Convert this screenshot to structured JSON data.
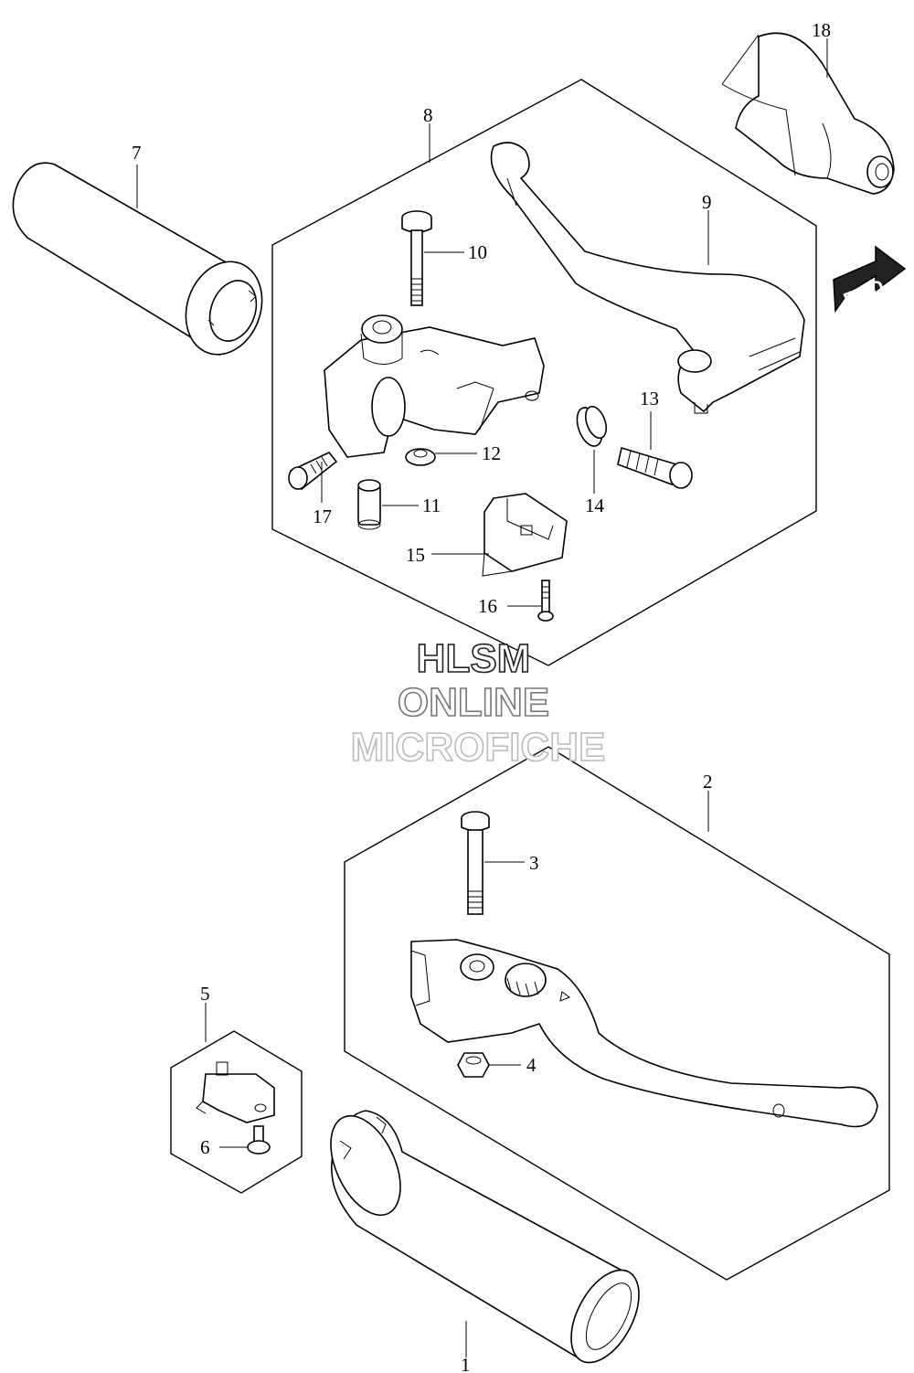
{
  "callouts": {
    "c1": "1",
    "c2": "2",
    "c3": "3",
    "c4": "4",
    "c5": "5",
    "c6": "6",
    "c7": "7",
    "c8": "8",
    "c9": "9",
    "c10": "10",
    "c11": "11",
    "c12": "12",
    "c13": "13",
    "c14": "14",
    "c15": "15",
    "c16": "16",
    "c17": "17",
    "c18": "18"
  },
  "watermark": {
    "line1": "HLSM",
    "line2": "ONLINE",
    "line3": "MICROFICHE"
  },
  "fwd_badge": "FWD",
  "colors": {
    "line": "#000000",
    "background": "#ffffff",
    "watermark_line1": "#222222",
    "watermark_line2": "#777777",
    "watermark_line3": "#bbbbbb"
  }
}
